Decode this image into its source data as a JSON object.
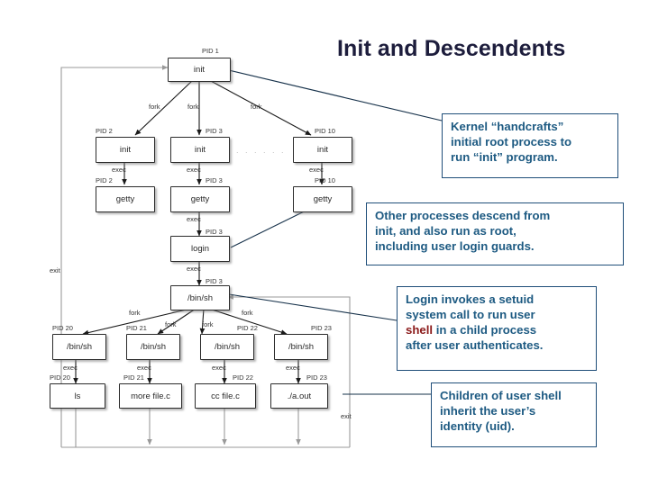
{
  "slide": {
    "title": "Init and Descendents",
    "title_color": "#1d1d3c",
    "background": "#ffffff"
  },
  "diagram": {
    "ellipsis": ". . . . . .",
    "edge_labels": {
      "fork": "fork",
      "exec": "exec",
      "exit": "exit"
    },
    "rows": [
      {
        "row": "root",
        "nodes": [
          {
            "pid": "PID 1",
            "name": "init"
          }
        ]
      },
      {
        "row": "forked-init",
        "edge": "fork",
        "nodes": [
          {
            "pid": "PID 2",
            "name": "init"
          },
          {
            "pid": "PID 3",
            "name": "init"
          },
          {
            "pid": "PID 10",
            "name": "init"
          }
        ]
      },
      {
        "row": "getty",
        "edge": "exec",
        "nodes": [
          {
            "pid": "PID 2",
            "name": "getty"
          },
          {
            "pid": "PID 3",
            "name": "getty"
          },
          {
            "pid": "PID 10",
            "name": "getty"
          }
        ]
      },
      {
        "row": "login",
        "edge": "exec",
        "nodes": [
          {
            "pid": "PID 3",
            "name": "login"
          }
        ]
      },
      {
        "row": "user-shell",
        "edge": "exec",
        "nodes": [
          {
            "pid": "PID 3",
            "name": "/bin/sh"
          }
        ]
      },
      {
        "row": "child-shells",
        "edge": "fork",
        "nodes": [
          {
            "pid": "PID 20",
            "name": "/bin/sh"
          },
          {
            "pid": "PID 21",
            "name": "/bin/sh"
          },
          {
            "pid": "PID 22",
            "name": "/bin/sh"
          },
          {
            "pid": "PID 23",
            "name": "/bin/sh"
          }
        ]
      },
      {
        "row": "commands",
        "edge": "exec",
        "nodes": [
          {
            "pid": "PID 20",
            "name": "ls"
          },
          {
            "pid": "PID 21",
            "name": "more file.c"
          },
          {
            "pid": "PID 22",
            "name": "cc file.c"
          },
          {
            "pid": "PID 23",
            "name": "./a.out"
          }
        ]
      }
    ],
    "exit_labels": [
      {
        "id": "left",
        "text": "exit"
      },
      {
        "id": "right",
        "text": "exit"
      }
    ]
  },
  "callouts": [
    {
      "id": "kernel-handcrafts",
      "lines": [
        "Kernel “handcrafts”",
        "initial root process to",
        "run “init” program."
      ]
    },
    {
      "id": "other-processes",
      "lines": [
        "Other processes descend from",
        "init, and also run as root,",
        "including user login guards."
      ]
    },
    {
      "id": "login-setuid",
      "lines_rich": [
        [
          {
            "t": "Login invokes a setuid"
          }
        ],
        [
          {
            "t": "system call to run user"
          }
        ],
        [
          {
            "t": "shell",
            "em": true
          },
          {
            "t": " in a child process"
          }
        ],
        [
          {
            "t": "after user authenticates."
          }
        ]
      ]
    },
    {
      "id": "children-inherit",
      "lines": [
        "Children of user shell",
        "inherit the user’s",
        "identity (uid)."
      ]
    }
  ],
  "colors": {
    "callout_text": "#1d5a82",
    "callout_border": "#1f4e79",
    "emphasis": "#8b1a1a",
    "box_stroke": "#2b2b2b",
    "flow_line": "#9a9a9a",
    "connector": "#16314a"
  }
}
